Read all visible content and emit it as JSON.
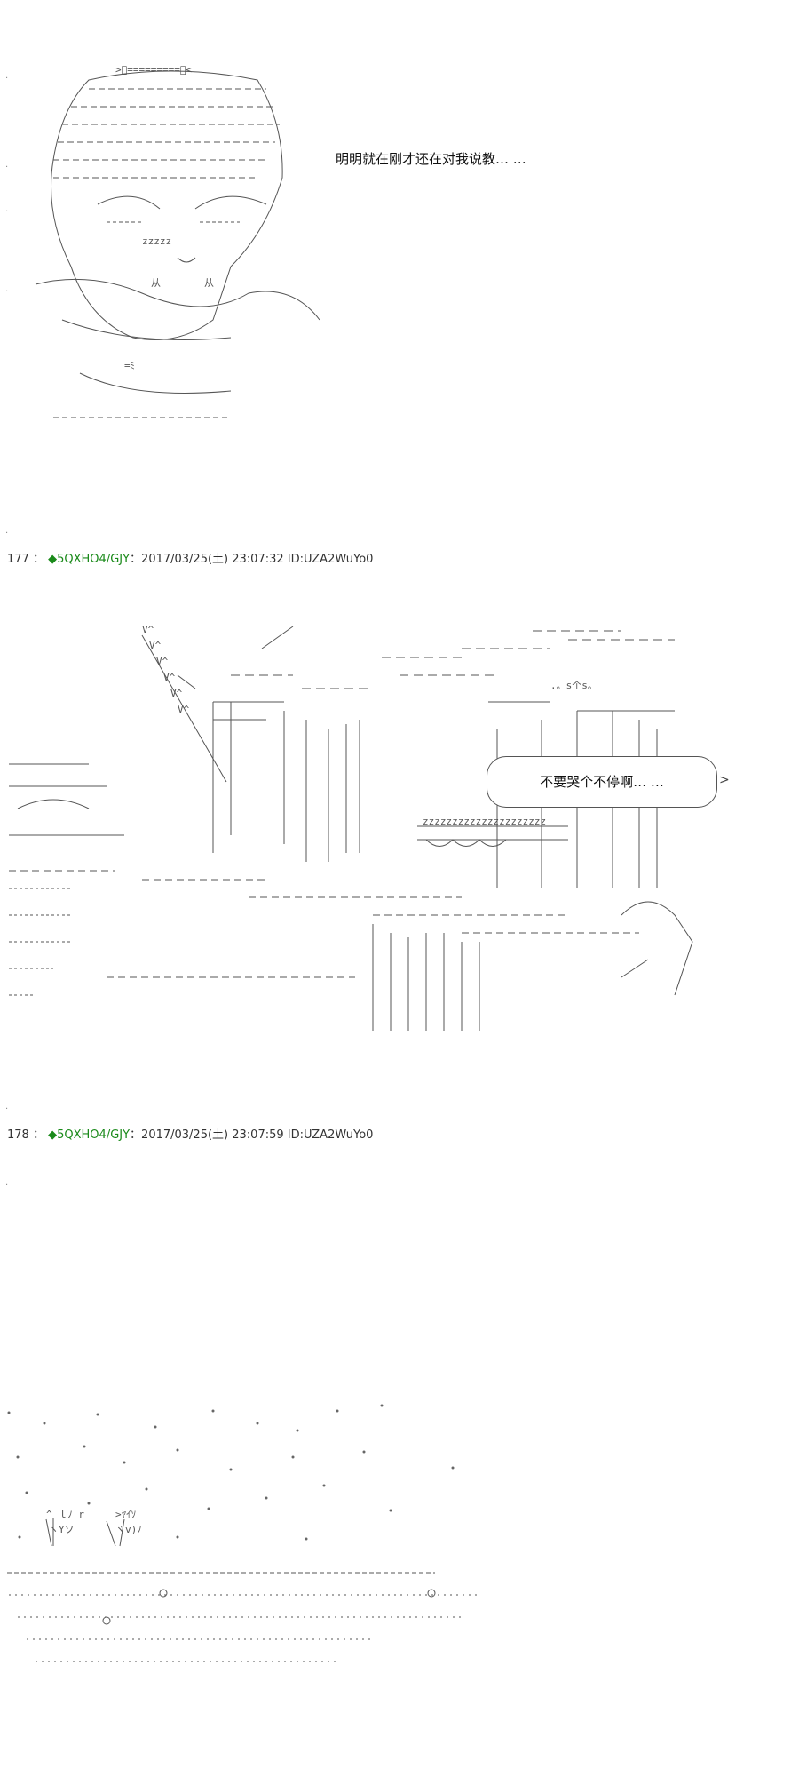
{
  "panel1": {
    "speech": "明明就在刚才还在对我说教…  …"
  },
  "post177": {
    "number": "177",
    "separator": "：",
    "diamond": "◆",
    "trip": "5QXHO4/GJY",
    "rest": "：2017/03/25(土) 23:07:32 ID:UZA2WuYo0"
  },
  "panel2": {
    "bubble_text": "不要哭个不停啊…  …",
    "tail": ">"
  },
  "post178": {
    "number": "178",
    "separator": "：",
    "diamond": "◆",
    "trip": "5QXHO4/GJY",
    "rest": "：2017/03/25(土) 23:07:59 ID:UZA2WuYo0"
  },
  "colors": {
    "trip_green": "#1a8a1a",
    "ink": "#333333",
    "background": "#ffffff"
  }
}
